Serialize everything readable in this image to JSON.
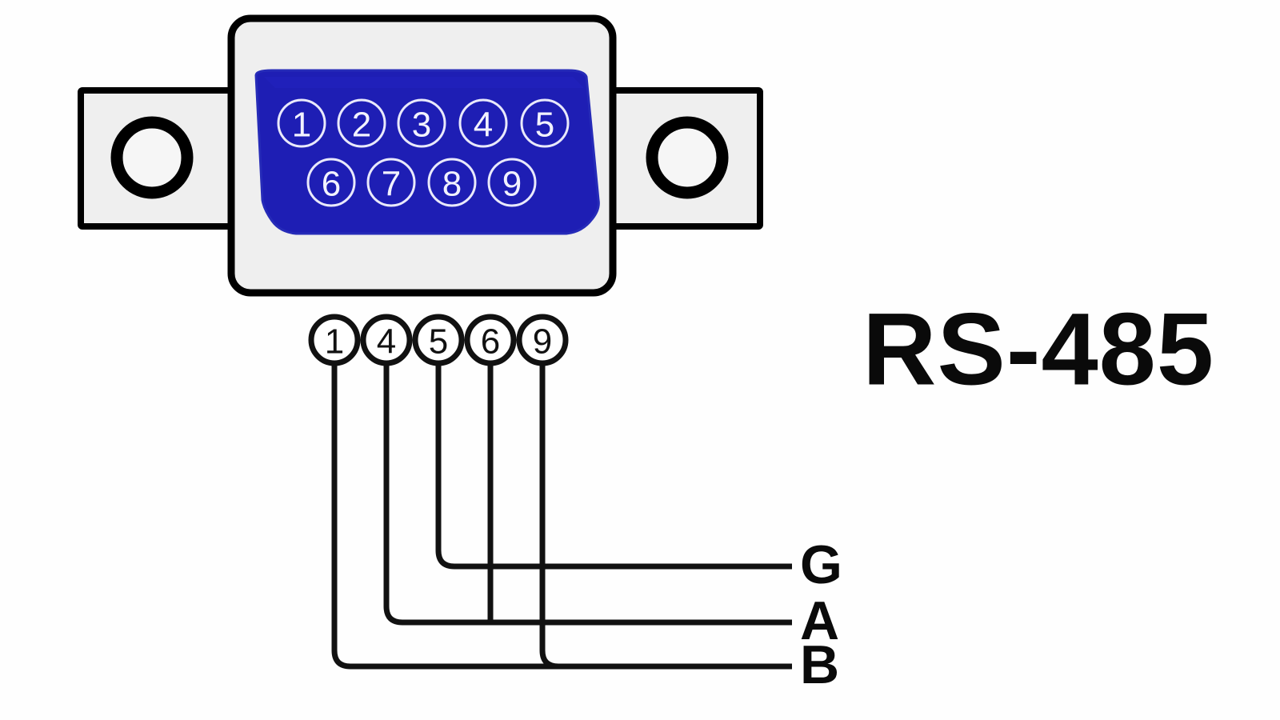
{
  "diagram": {
    "title": "RS-485",
    "connector": {
      "type": "DB9",
      "shell_fill": "#eeeeee",
      "insert_fill": "#1e1eb4",
      "outline": "#000000",
      "pin_rows": [
        {
          "row": "top",
          "pins": [
            "1",
            "2",
            "3",
            "4",
            "5"
          ]
        },
        {
          "row": "bottom",
          "pins": [
            "6",
            "7",
            "8",
            "9"
          ]
        }
      ],
      "mounting_holes": [
        {
          "name": "left-mounting-hole"
        },
        {
          "name": "right-mounting-hole"
        }
      ]
    },
    "breakout": {
      "pins": [
        "1",
        "4",
        "5",
        "6",
        "9"
      ]
    },
    "signals": [
      {
        "label": "G",
        "pins": [
          "5"
        ]
      },
      {
        "label": "A",
        "pins": [
          "4",
          "6"
        ]
      },
      {
        "label": "B",
        "pins": [
          "1",
          "9"
        ]
      }
    ]
  }
}
